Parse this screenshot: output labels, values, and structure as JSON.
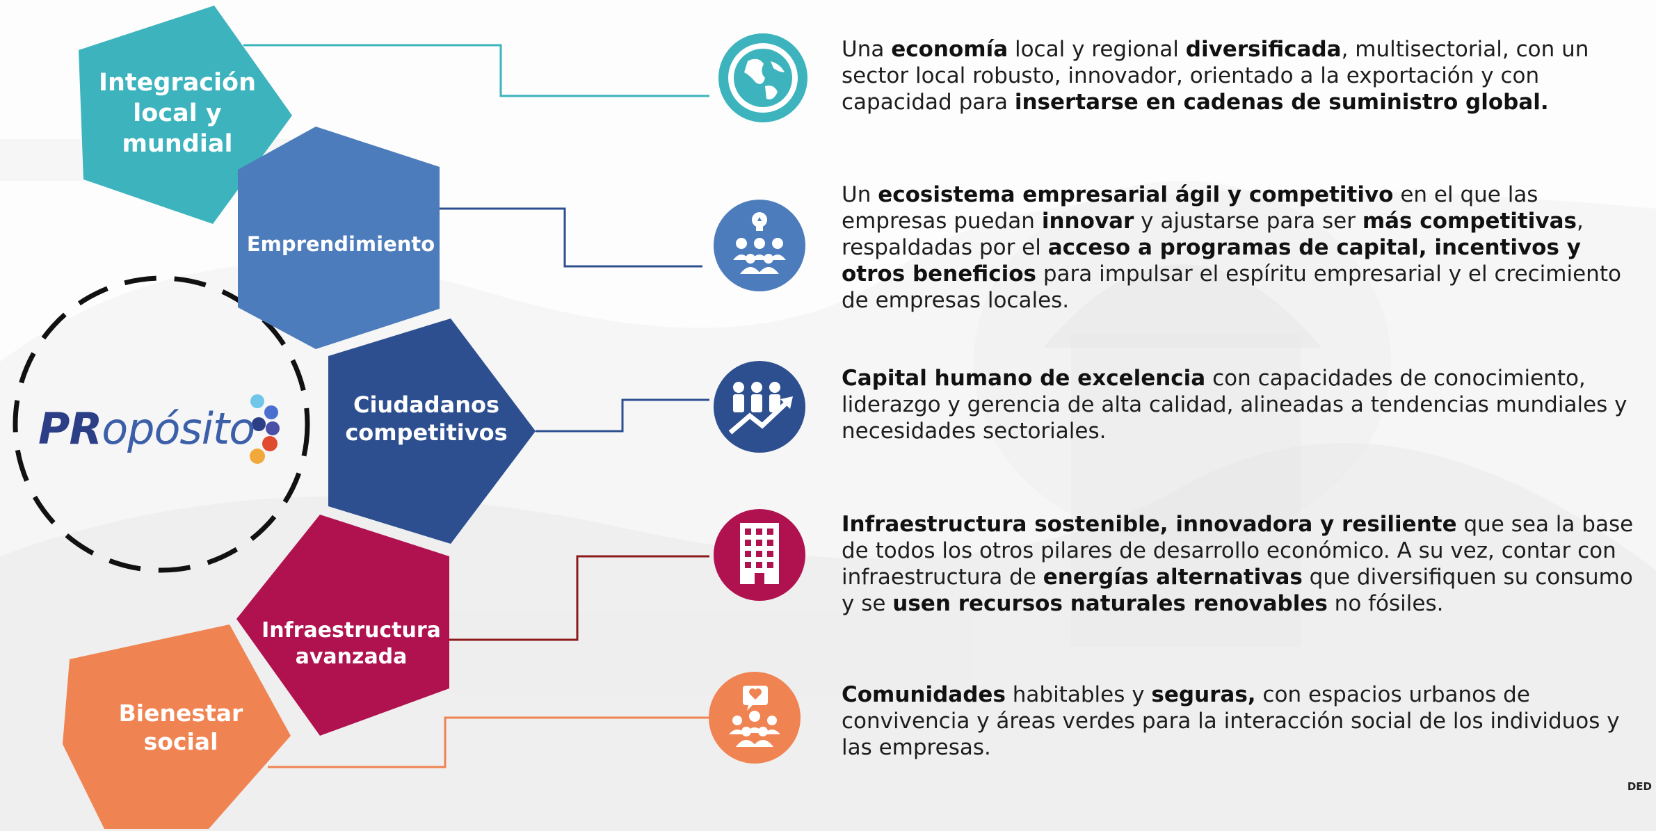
{
  "colors": {
    "teal": "#3db4bd",
    "blue": "#4c7cbc",
    "navy": "#2d4f8f",
    "magenta": "#b0124f",
    "orange": "#f08352",
    "dark_red": "#8c1a1a"
  },
  "logo": {
    "pr": "PR",
    "rest": "opósito"
  },
  "pillars": [
    {
      "label": "Integración local y mundial",
      "color": "#3db4bd",
      "icon": "globe-icon"
    },
    {
      "label": "Emprendimiento",
      "color": "#4c7cbc",
      "icon": "people-lightbulb-icon"
    },
    {
      "label": "Ciudadanos competitivos",
      "color": "#2d4f8f",
      "icon": "people-growth-icon"
    },
    {
      "label": "Infraestructura avanzada",
      "color": "#b0124f",
      "icon": "building-icon"
    },
    {
      "label": "Bienestar social",
      "color": "#f08352",
      "icon": "community-heart-icon"
    }
  ],
  "descriptions": [
    {
      "segments": [
        {
          "t": "Una ",
          "b": false
        },
        {
          "t": "economía",
          "b": true
        },
        {
          "t": " local  y regional ",
          "b": false
        },
        {
          "t": "diversificada",
          "b": true
        },
        {
          "t": ", multisectorial, con un sector local robusto, innovador, orientado a la exportación y con capacidad para ",
          "b": false
        },
        {
          "t": "insertarse en cadenas de suministro global.",
          "b": true
        }
      ]
    },
    {
      "segments": [
        {
          "t": "Un ",
          "b": false
        },
        {
          "t": "ecosistema empresarial ágil y competitivo",
          "b": true
        },
        {
          "t": " en el que las empresas puedan ",
          "b": false
        },
        {
          "t": "innovar",
          "b": true
        },
        {
          "t": " y ajustarse para ser ",
          "b": false
        },
        {
          "t": "más competitivas",
          "b": true
        },
        {
          "t": ", respaldadas por el ",
          "b": false
        },
        {
          "t": "acceso a programas de capital, incentivos y otros beneficios",
          "b": true
        },
        {
          "t": " para impulsar el espíritu empresarial y el crecimiento de empresas locales.",
          "b": false
        }
      ]
    },
    {
      "segments": [
        {
          "t": "Capital humano de excelencia",
          "b": true
        },
        {
          "t": " con capacidades de conocimiento, liderazgo y gerencia de alta calidad, alineadas a tendencias mundiales y necesidades sectoriales.",
          "b": false
        }
      ]
    },
    {
      "segments": [
        {
          "t": "Infraestructura sostenible, innovadora y resiliente",
          "b": true
        },
        {
          "t": " que sea la base de todos los otros pilares de desarrollo económico. A su vez, contar con infraestructura de ",
          "b": false
        },
        {
          "t": "energías alternativas",
          "b": true
        },
        {
          "t": " que diversifiquen su consumo y se ",
          "b": false
        },
        {
          "t": "usen recursos naturales renovables",
          "b": true
        },
        {
          "t": " no fósiles.",
          "b": false
        }
      ]
    },
    {
      "segments": [
        {
          "t": "Comunidades",
          "b": true
        },
        {
          "t": " habitables y ",
          "b": false
        },
        {
          "t": "seguras,",
          "b": true
        },
        {
          "t": " con espacios urbanos de convivencia y áreas verdes para la interacción social de los individuos y las empresas.",
          "b": false
        }
      ]
    }
  ],
  "watermark": "DED"
}
